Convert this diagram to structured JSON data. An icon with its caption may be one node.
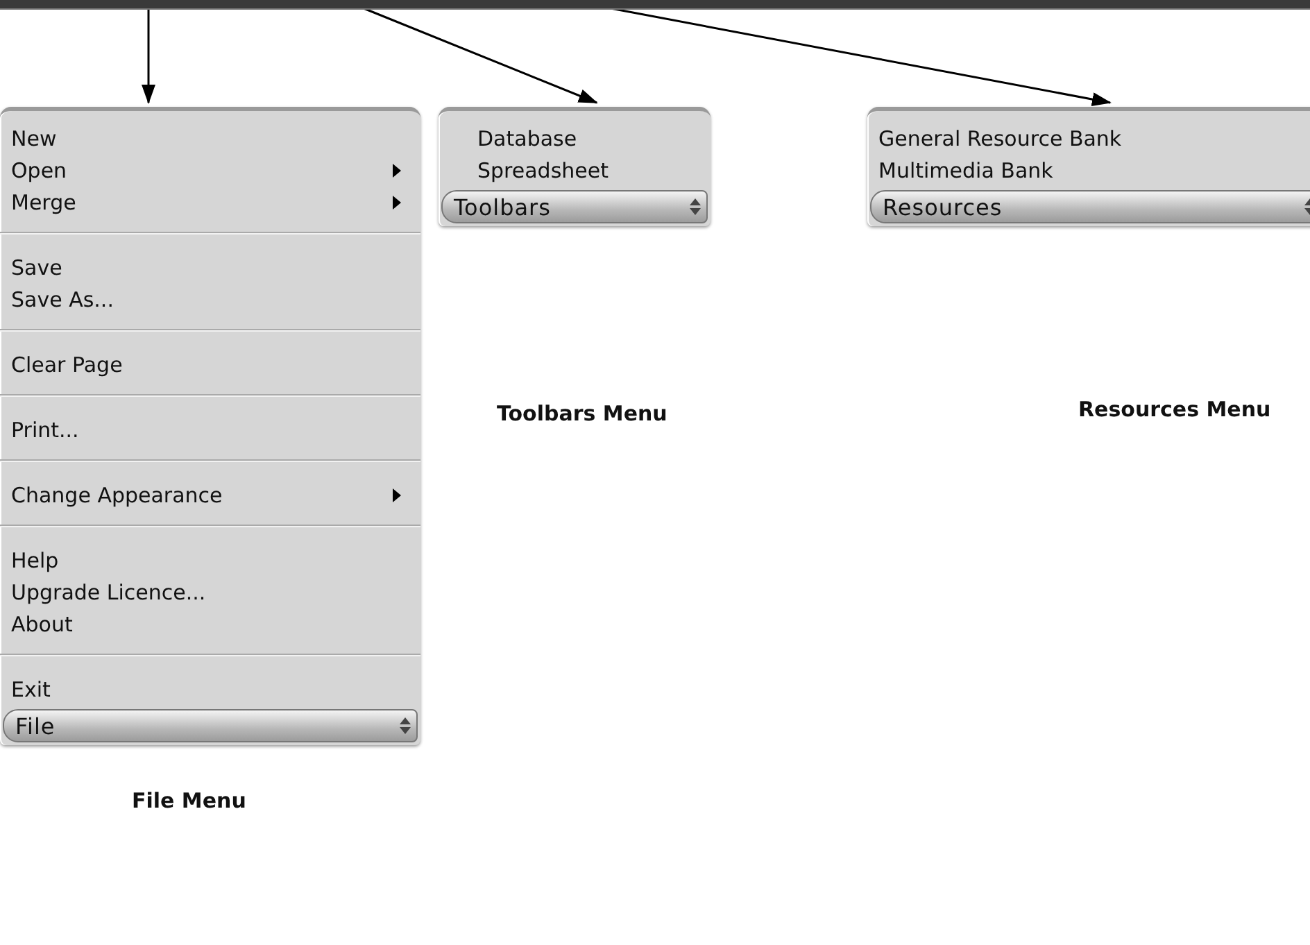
{
  "diagram": {
    "nodes": [
      {
        "text": [],
        "shape": "bar"
      },
      {
        "text": [
          "New",
          "Open",
          "Merge",
          "Save",
          "Save As...",
          "Clear Page",
          "Print...",
          "Change Appearance",
          "Help",
          "Upgrade Licence...",
          "About",
          "Exit",
          "File"
        ],
        "beside": [
          "File Menu"
        ]
      },
      {
        "text": [
          "Database",
          "Spreadsheet",
          "Toolbars"
        ]
      },
      {
        "text": [
          "General Resource Bank",
          "Multimedia Bank",
          "Resources"
        ]
      }
    ],
    "labels": [
      "Toolbars Menu",
      "Resources Menu"
    ],
    "edges": [
      {
        "from": 0,
        "to": 1,
        "arrow": "to"
      },
      {
        "from": 0,
        "to": 2,
        "arrow": "to"
      },
      {
        "from": 0,
        "to": 3,
        "arrow": "to"
      }
    ]
  }
}
